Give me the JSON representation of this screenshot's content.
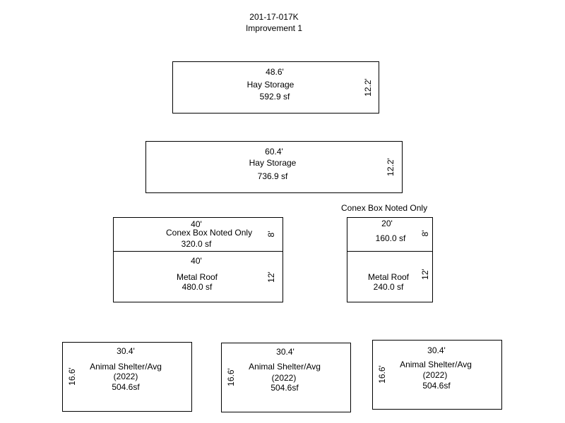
{
  "header": {
    "parcel_id": "201-17-017K",
    "improvement": "Improvement 1"
  },
  "hay_storage_1": {
    "width": "48.6'",
    "label": "Hay Storage",
    "area": "592.9 sf",
    "depth": "12.2'"
  },
  "hay_storage_2": {
    "width": "60.4'",
    "label": "Hay Storage",
    "area": "736.9 sf",
    "depth": "12.2'"
  },
  "conex_left": {
    "width": "40'",
    "label": "Conex Box  Noted Only",
    "area": "320.0 sf",
    "depth": "8'"
  },
  "roof_left": {
    "width": "40'",
    "label": "Metal Roof",
    "area": "480.0 sf",
    "depth": "12'"
  },
  "conex_right": {
    "note": "Conex Box Noted Only",
    "width": "20'",
    "area": "160.0 sf",
    "depth": "8'"
  },
  "roof_right": {
    "label": "Metal Roof",
    "area": "240.0 sf",
    "depth": "12'"
  },
  "shelters": [
    {
      "width": "30.4'",
      "label": "Animal Shelter/Avg",
      "year": "(2022)",
      "area": "504.6sf",
      "depth": "16.6'"
    },
    {
      "width": "30.4'",
      "label": "Animal Shelter/Avg",
      "year": "(2022)",
      "area": "504.6sf",
      "depth": "16.6'"
    },
    {
      "width": "30.4'",
      "label": "Animal Shelter/Avg",
      "year": "(2022)",
      "area": "504.6sf",
      "depth": "16.6'"
    }
  ]
}
